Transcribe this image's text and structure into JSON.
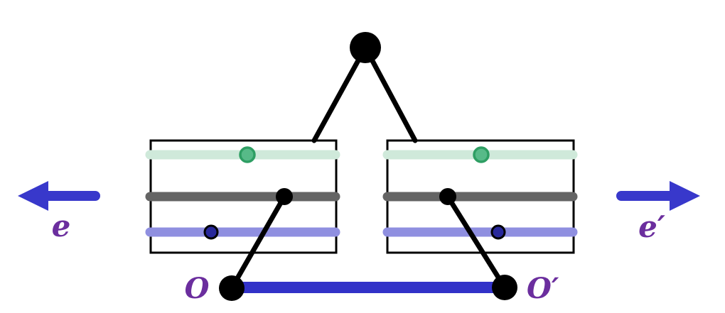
{
  "labels": {
    "left_arrow": "e",
    "right_arrow": "e′",
    "left_origin": "O",
    "right_origin": "O′"
  },
  "colors": {
    "black": "#000000",
    "mint_line": "#cfe9da",
    "green_dot_fill": "#57ba88",
    "green_dot_stroke": "#2e9e63",
    "gray_line": "#646464",
    "lavender_line": "#8f8fe0",
    "navy_dot_fill": "#28289b",
    "blue_segment": "#3232c8",
    "arrow_blue": "#3838cb",
    "label_purple": "#6b2e9e",
    "background": "#ffffff"
  },
  "diagram": {
    "type": "physics-style worldline / congruence diagram",
    "vertex": "filled black circle joined by two lines to the tops of two boxes",
    "boxes": 2,
    "box_levels": [
      "mint-bar",
      "gray-bar",
      "lavender-bar"
    ],
    "markers_per_box": [
      "green-dot on mint-bar",
      "black-dot on gray-bar",
      "navy-dot on lavender-bar"
    ],
    "bottom": "points O and O′ joined by thick blue segment, each linked to the black dot of its box",
    "arrows": "blue arrow pointing left labeled e, blue arrow pointing right labeled e′"
  }
}
